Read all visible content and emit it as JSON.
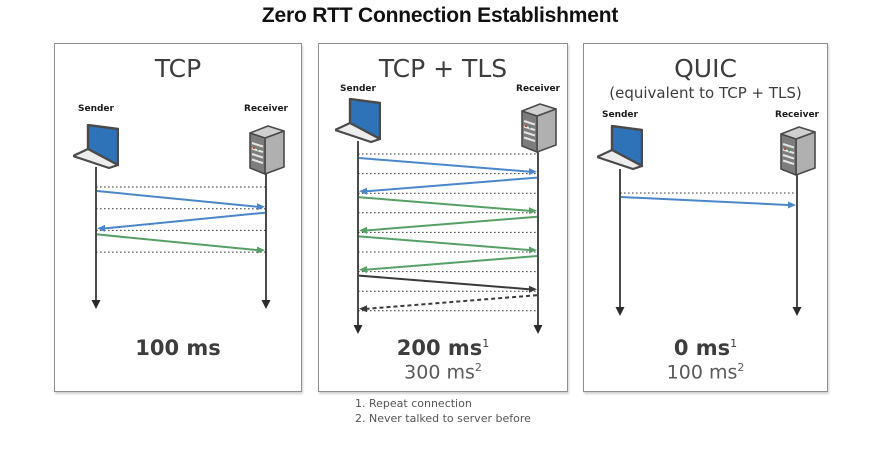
{
  "title": "Zero RTT Connection Establishment",
  "colors": {
    "blue": "#4a86c8",
    "green": "#56a065",
    "dark": "#3a3a3a"
  },
  "panels": [
    {
      "title": "TCP",
      "subtitle": "",
      "sender": "Sender",
      "receiver": "Receiver",
      "time_primary": "100 ms",
      "time_primary_sup": "",
      "time_secondary": "",
      "time_secondary_sup": "",
      "messages": [
        {
          "color": "blue",
          "dir": "lr",
          "style": "solid"
        },
        {
          "color": "blue",
          "dir": "rl",
          "style": "solid"
        },
        {
          "color": "green",
          "dir": "lr",
          "style": "solid"
        }
      ]
    },
    {
      "title": "TCP + TLS",
      "subtitle": "",
      "sender": "Sender",
      "receiver": "Receiver",
      "time_primary": "200 ms",
      "time_primary_sup": "1",
      "time_secondary": "300 ms",
      "time_secondary_sup": "2",
      "messages": [
        {
          "color": "blue",
          "dir": "lr",
          "style": "solid"
        },
        {
          "color": "blue",
          "dir": "rl",
          "style": "solid"
        },
        {
          "color": "green",
          "dir": "lr",
          "style": "solid"
        },
        {
          "color": "green",
          "dir": "rl",
          "style": "solid"
        },
        {
          "color": "green",
          "dir": "lr",
          "style": "solid"
        },
        {
          "color": "green",
          "dir": "rl",
          "style": "solid"
        },
        {
          "color": "dark",
          "dir": "lr",
          "style": "solid"
        },
        {
          "color": "dark",
          "dir": "rl",
          "style": "dashed"
        }
      ]
    },
    {
      "title": "QUIC",
      "subtitle": "(equivalent to TCP + TLS)",
      "sender": "Sender",
      "receiver": "Receiver",
      "time_primary": "0 ms",
      "time_primary_sup": "1",
      "time_secondary": "100 ms",
      "time_secondary_sup": "2",
      "messages": [
        {
          "color": "blue",
          "dir": "lr",
          "style": "solid"
        }
      ]
    }
  ],
  "footnotes": [
    "1. Repeat connection",
    "2. Never talked to server before"
  ]
}
